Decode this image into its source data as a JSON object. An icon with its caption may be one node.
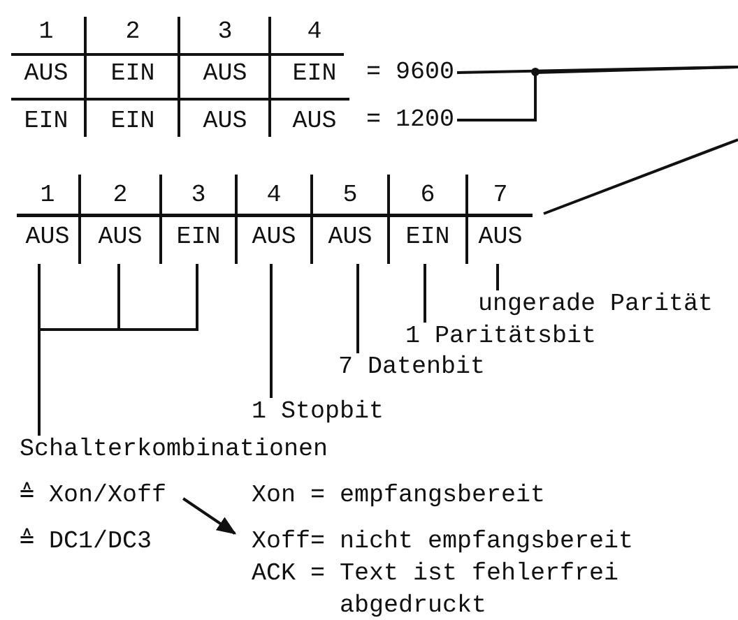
{
  "diagram": {
    "nodes": [
      {
        "text": [
          "= 9600"
        ]
      },
      {
        "text": [
          "= 1200"
        ]
      },
      {
        "text": [],
        "shape": "box"
      },
      {
        "text": [
          "1",
          "AUS"
        ],
        "in": 2
      },
      {
        "text": [
          "2",
          "AUS"
        ],
        "in": 2
      },
      {
        "text": [
          "3",
          "EIN"
        ],
        "in": 2
      },
      {
        "text": [
          "4",
          "AUS"
        ],
        "in": 2
      },
      {
        "text": [
          "5",
          "AUS"
        ],
        "in": 2
      },
      {
        "text": [
          "6",
          "EIN"
        ],
        "in": 2
      },
      {
        "text": [
          "7",
          "AUS"
        ],
        "in": 2
      },
      {
        "text": [
          "Schalterkombinationen"
        ]
      },
      {
        "text": [
          "1 Stopbit"
        ]
      },
      {
        "text": [
          "7 Datenbit"
        ]
      },
      {
        "text": [
          "1 Paritätsbit"
        ]
      },
      {
        "text": [
          "ungerade Parität"
        ]
      },
      {
        "text": [
          "≙ Xon/Xoff"
        ]
      },
      {
        "text": [
          "Xoff= nicht empfangsbereit"
        ]
      }
    ],
    "edges": [
      {
        "from": 0,
        "to": null,
        "arrow": "none"
      },
      {
        "from": 1,
        "to": null,
        "arrow": "none"
      },
      {
        "from": 2,
        "to": null,
        "arrow": "none"
      },
      {
        "from": 10,
        "to": 3,
        "arrow": "none"
      },
      {
        "from": 10,
        "to": 4,
        "arrow": "none"
      },
      {
        "from": 10,
        "to": 5,
        "arrow": "none"
      },
      {
        "from": 11,
        "to": 6,
        "arrow": "none"
      },
      {
        "from": 12,
        "to": 7,
        "arrow": "none"
      },
      {
        "from": 13,
        "to": 8,
        "arrow": "none"
      },
      {
        "from": 14,
        "to": 9,
        "arrow": "none"
      },
      {
        "from": 15,
        "to": 16,
        "arrow": "to"
      }
    ],
    "labels": [
      "1",
      "2",
      "3",
      "4",
      "AUS",
      "EIN",
      "AUS",
      "EIN",
      "EIN",
      "EIN",
      "AUS",
      "AUS",
      "≙ DC1/DC3",
      "Xon = empfangsbereit",
      "ACK = Text ist fehlerfrei abgedruckt"
    ]
  }
}
